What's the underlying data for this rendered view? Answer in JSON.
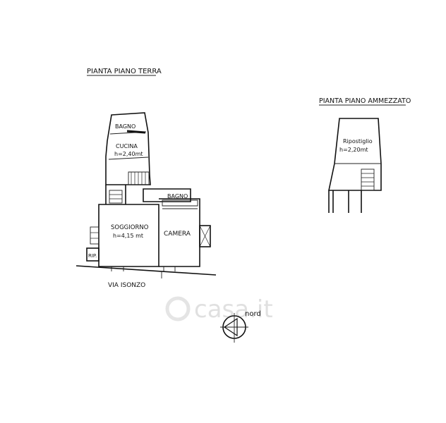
{
  "plan": {
    "ground_floor_title": "PIANTA PIANO TERRA",
    "mezzanine_title": "PIANTA PIANO AMMEZZATO",
    "street": "VIA ISONZO",
    "north_label": "nord",
    "watermark": "casa.it"
  },
  "rooms": {
    "bagno_upper": "BAGNO",
    "cucina": "CUCINA",
    "cucina_h": "h=2,40mt",
    "bagno_lower": "BAGNO",
    "soggiorno": "SOGGIORNO",
    "soggiorno_h": "h=4,15 mt",
    "camera": "CAMERA",
    "rip": "RIP.",
    "ripostiglio": "Ripostiglio",
    "ripostiglio_h": "h=2,20mt"
  }
}
